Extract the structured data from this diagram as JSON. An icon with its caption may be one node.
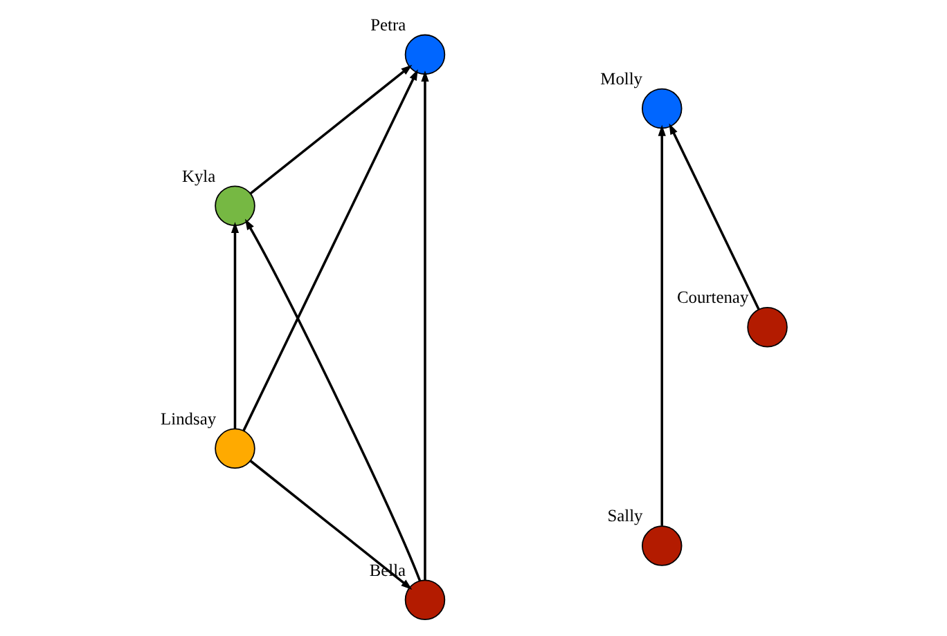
{
  "diagram": {
    "nodes": [
      {
        "text": [
          "Bella"
        ]
      },
      {
        "text": [
          "Sally"
        ]
      },
      {
        "text": [
          "Kyla"
        ]
      },
      {
        "text": [
          "Lindsay"
        ]
      },
      {
        "text": [
          "Molly"
        ]
      },
      {
        "text": [
          "Courtenay"
        ]
      },
      {
        "text": [
          "Petra"
        ]
      }
    ],
    "edges": [
      {
        "from": 1,
        "to": 4,
        "arrow": "to"
      },
      {
        "from": 5,
        "to": 4,
        "arrow": "to"
      },
      {
        "from": 0,
        "to": 2,
        "arrow": "to"
      },
      {
        "from": 3,
        "to": 0,
        "arrow": "to"
      },
      {
        "from": 3,
        "to": 2,
        "arrow": "to"
      },
      {
        "from": 3,
        "to": 6,
        "arrow": "to"
      },
      {
        "from": 0,
        "to": 6,
        "arrow": "to"
      },
      {
        "from": 2,
        "to": 6,
        "arrow": "to"
      }
    ]
  }
}
